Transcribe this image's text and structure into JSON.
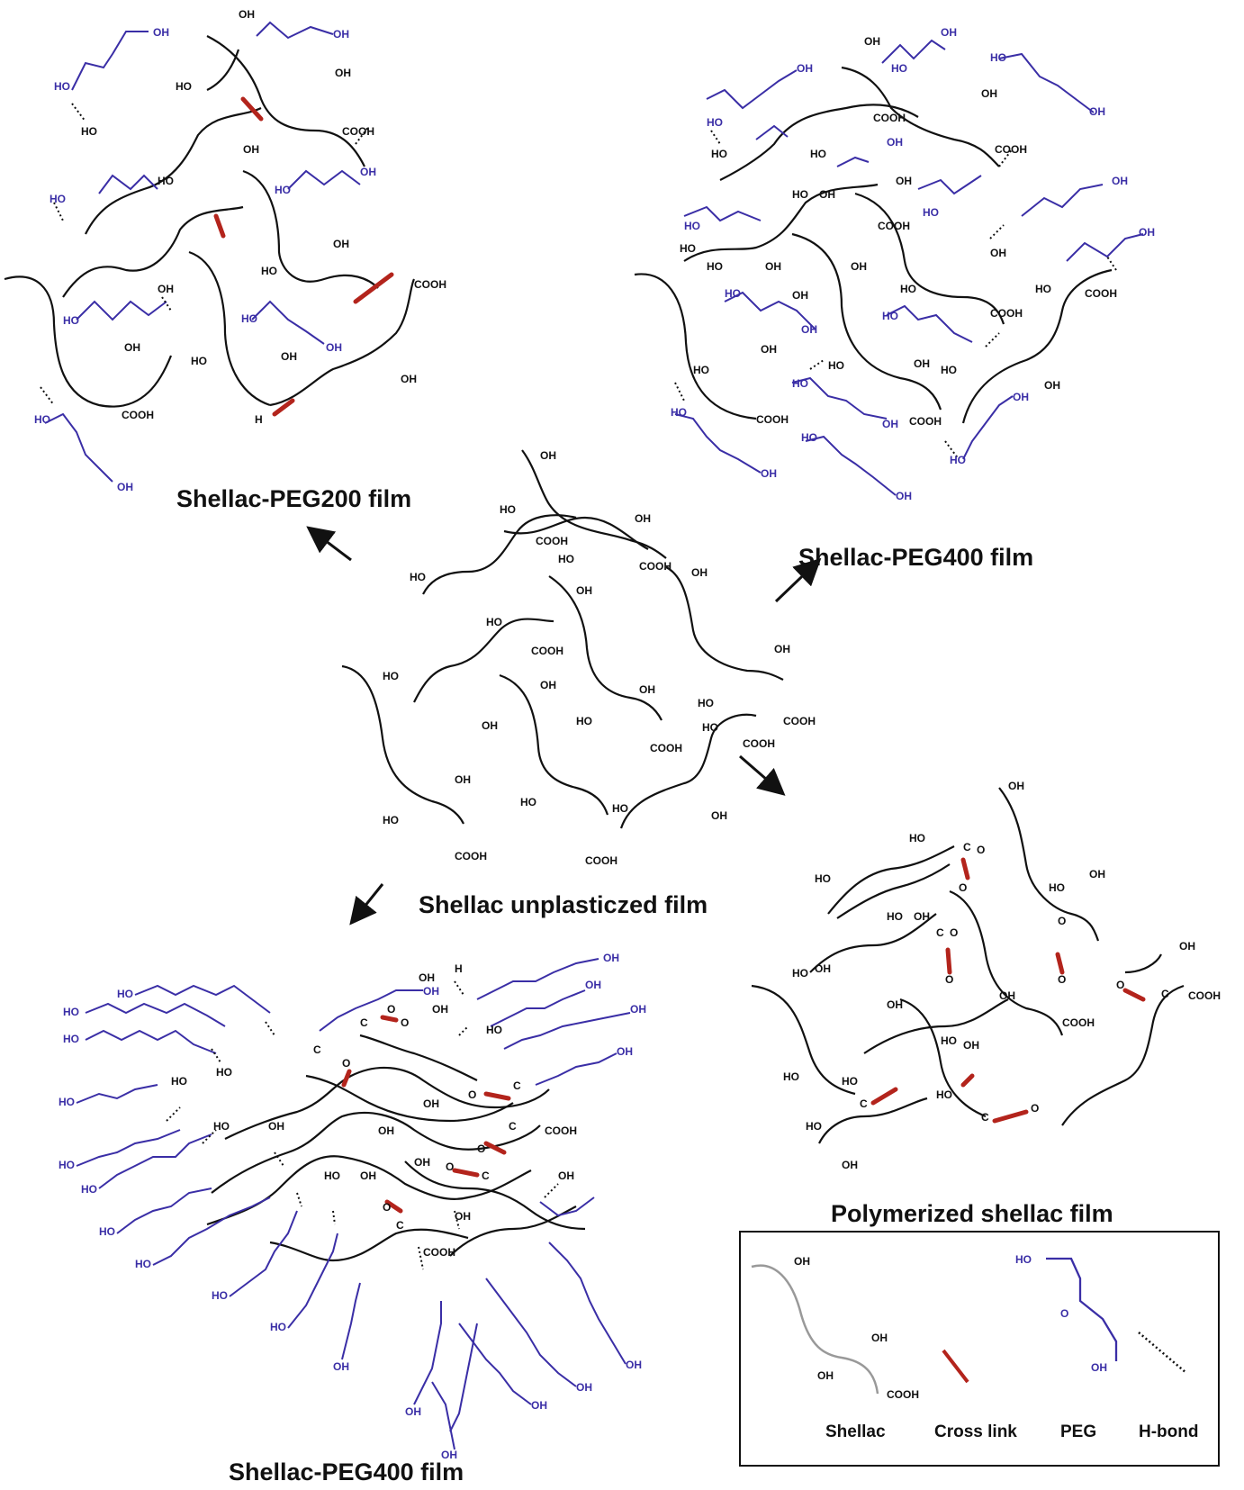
{
  "captions": {
    "peg200": "Shellac-PEG200 film",
    "peg400_top": "Shellac-PEG400 film",
    "unplasticized": "Shellac unplasticzed film",
    "polymerized": "Polymerized shellac film",
    "peg400_bottom": "Shellac-PEG400 film"
  },
  "legend": {
    "shellac": "Shellac",
    "crosslink": "Cross link",
    "peg": "PEG",
    "hbond": "H-bond",
    "oh": "OH",
    "ho": "HO",
    "o": "O",
    "cooh": "COOH"
  },
  "groups": {
    "oh": "OH",
    "ho": "HO",
    "cooh": "COOH",
    "o": "O",
    "c": "C",
    "h": "H"
  },
  "colors": {
    "shellac": "#111111",
    "shellac_legend": "#999999",
    "peg": "#3a2ea6",
    "crosslink": "#b3241c",
    "hbond": "#111111"
  }
}
